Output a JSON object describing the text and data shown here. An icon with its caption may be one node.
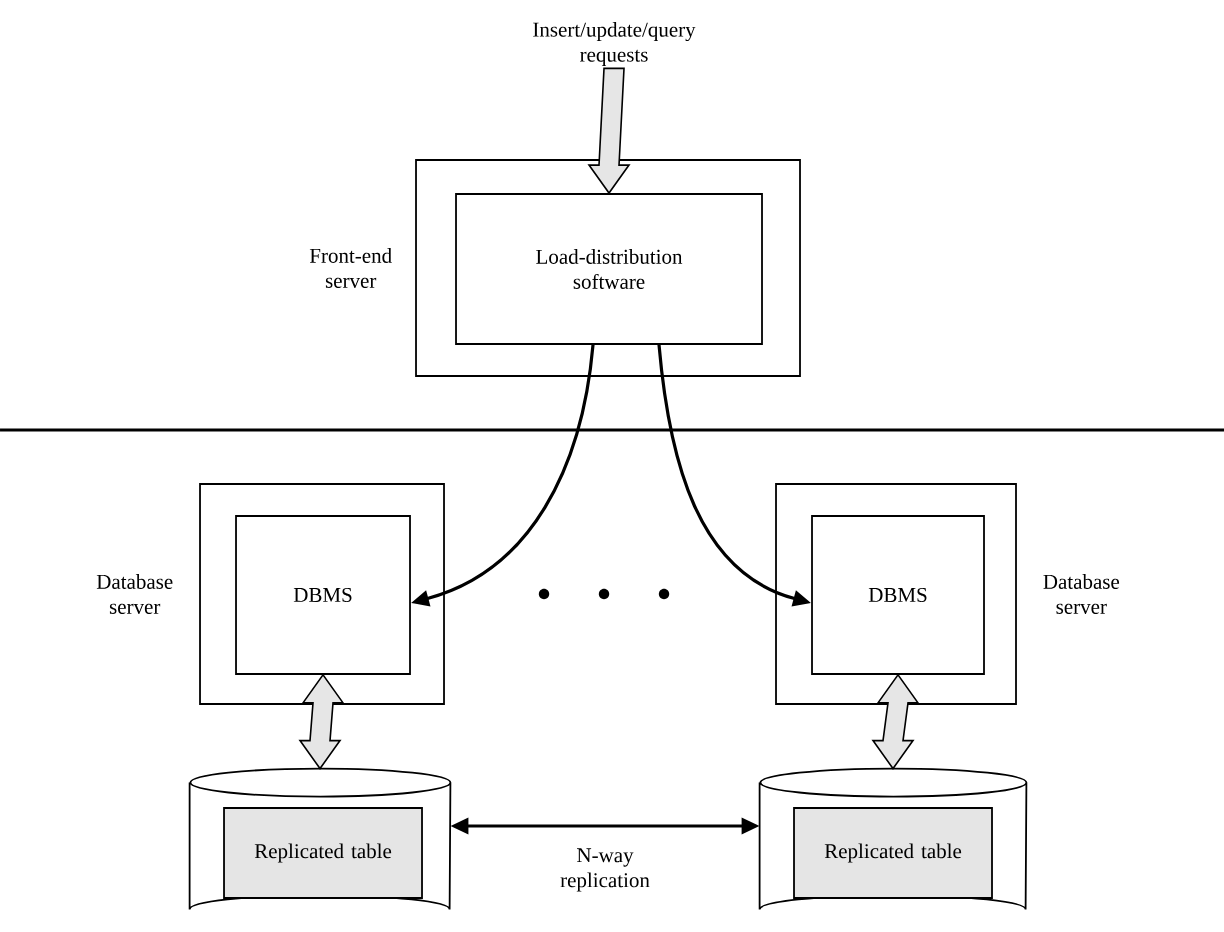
{
  "diagram": {
    "nodes": [
      {
        "text": [
          "Insert/update/query requests"
        ]
      },
      {
        "text": [
          "Front-end server"
        ]
      },
      {
        "text": [
          "Load-distribution software"
        ],
        "in": 1
      },
      {
        "text": [
          "Database server"
        ]
      },
      {
        "text": [
          "DBMS"
        ],
        "in": 3
      },
      {
        "text": [
          "Database server"
        ]
      },
      {
        "text": [
          "DBMS"
        ],
        "in": 5
      },
      {
        "text": [],
        "shape": "cylinder"
      },
      {
        "text": [
          "Replicated table"
        ],
        "in": 7
      },
      {
        "text": [],
        "shape": "cylinder"
      },
      {
        "text": [
          "Replicated table"
        ],
        "in": 9
      }
    ],
    "edges": [
      {
        "from": 0,
        "to": 2,
        "arrow": "to",
        "style": "thick",
        "color": "#e6e6e6"
      },
      {
        "from": 2,
        "to": 4,
        "arrow": "to"
      },
      {
        "from": 2,
        "to": 6,
        "arrow": "to"
      },
      {
        "from": 4,
        "to": 7,
        "arrow": "both",
        "style": "thick",
        "color": "#e6e6e6"
      },
      {
        "from": 6,
        "to": 9,
        "arrow": "both",
        "style": "thick",
        "color": "#e6e6e6"
      },
      {
        "from": 7,
        "to": 9,
        "arrow": "both",
        "label": "N-way replication"
      }
    ]
  }
}
